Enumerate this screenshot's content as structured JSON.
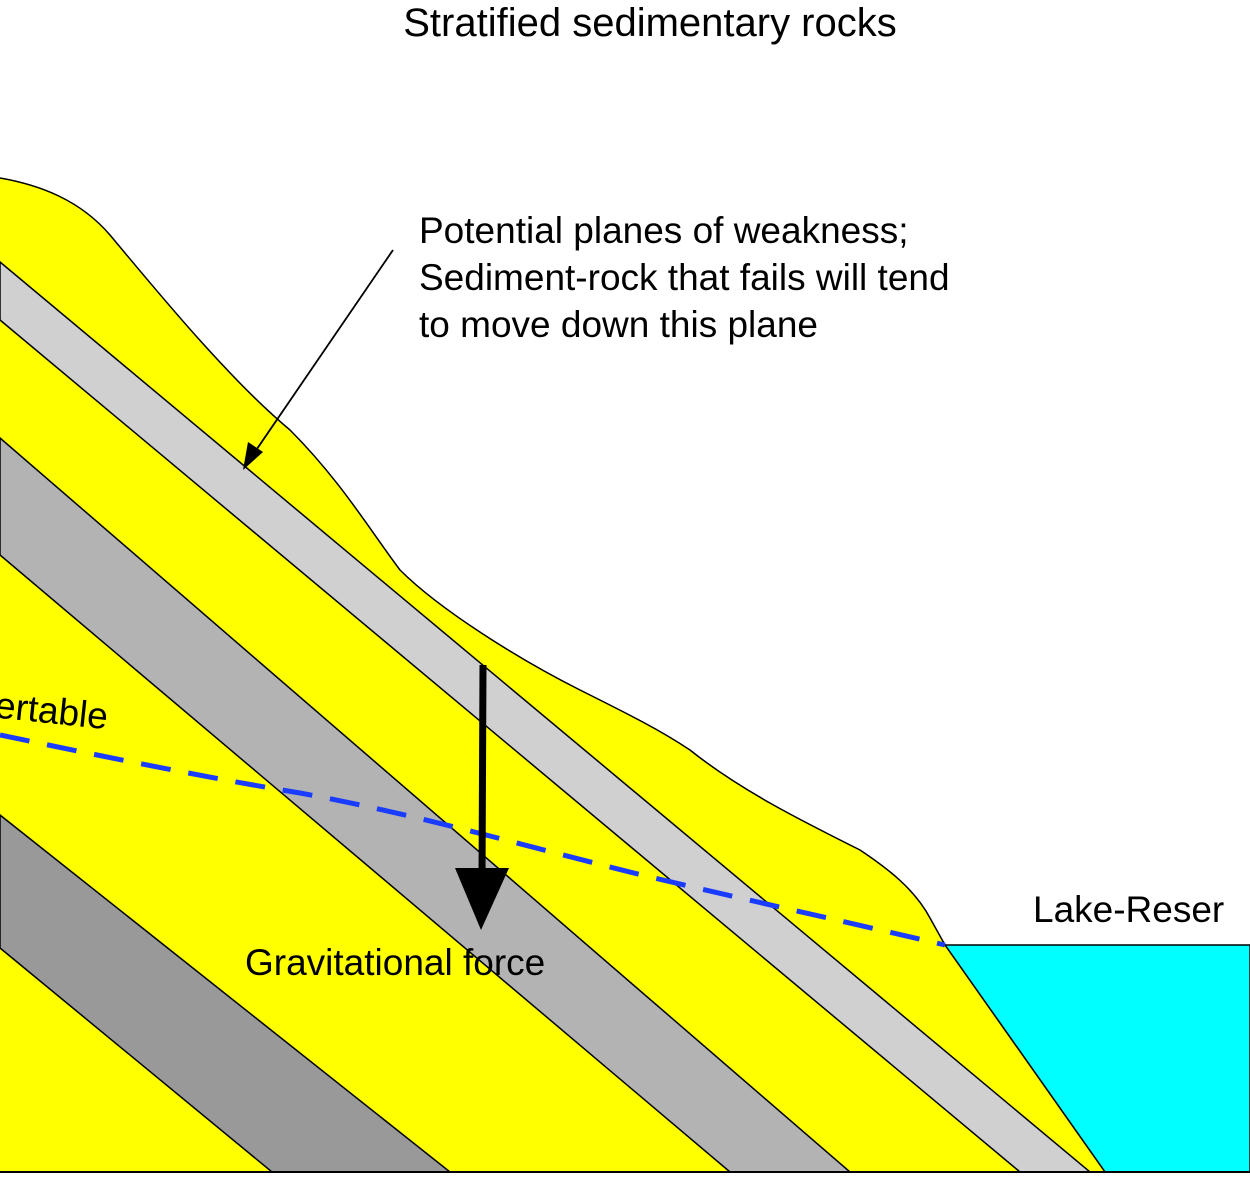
{
  "title": "Stratified sedimentary rocks",
  "annotation": {
    "line1": "Potential planes of weakness;",
    "line2": "Sediment-rock that fails will tend",
    "line3": "to move down this plane"
  },
  "labels": {
    "watertable": "ertable",
    "force": "Gravitational force",
    "lake": "Lake-Reser"
  },
  "colors": {
    "sediment": "#ffff00",
    "weak_layer": "#d0d0d0",
    "mid_layer": "#b3b3b3",
    "dark_layer": "#999999",
    "water": "#00ffff",
    "water_table_line": "#1a3cff",
    "outline": "#000000"
  }
}
